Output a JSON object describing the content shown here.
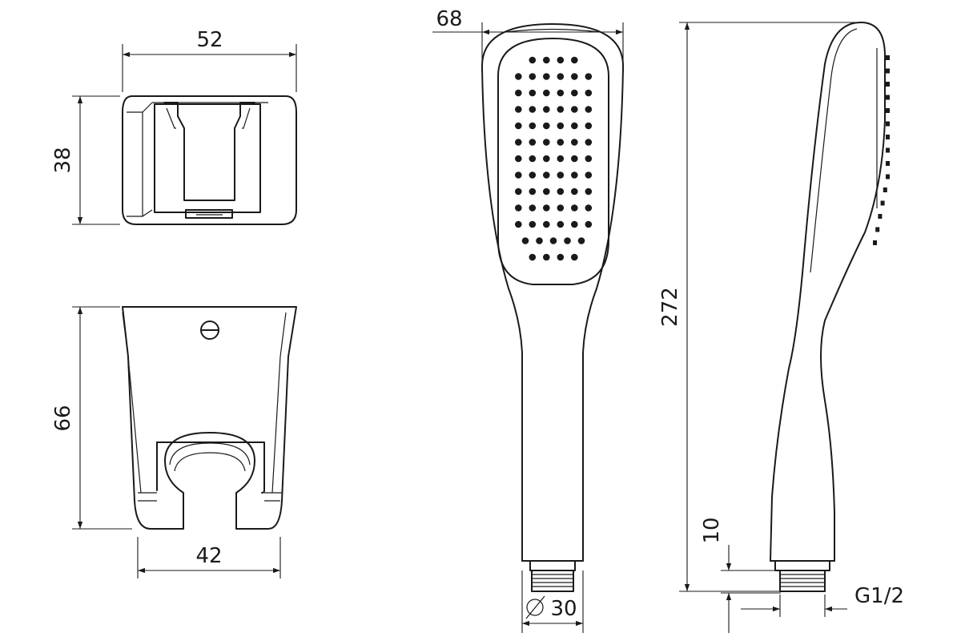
{
  "dimensions": {
    "holder_width": "52",
    "holder_depth": "38",
    "holder_height": "66",
    "holder_clip_width": "42",
    "head_width": "68",
    "total_length": "272",
    "thread_length": "10",
    "connector_diameter": "30",
    "thread_size": "G1/2"
  },
  "colors": {
    "line": "#1a1a1a",
    "background": "#ffffff"
  },
  "symbols": {
    "diameter": "diameter-symbol"
  }
}
